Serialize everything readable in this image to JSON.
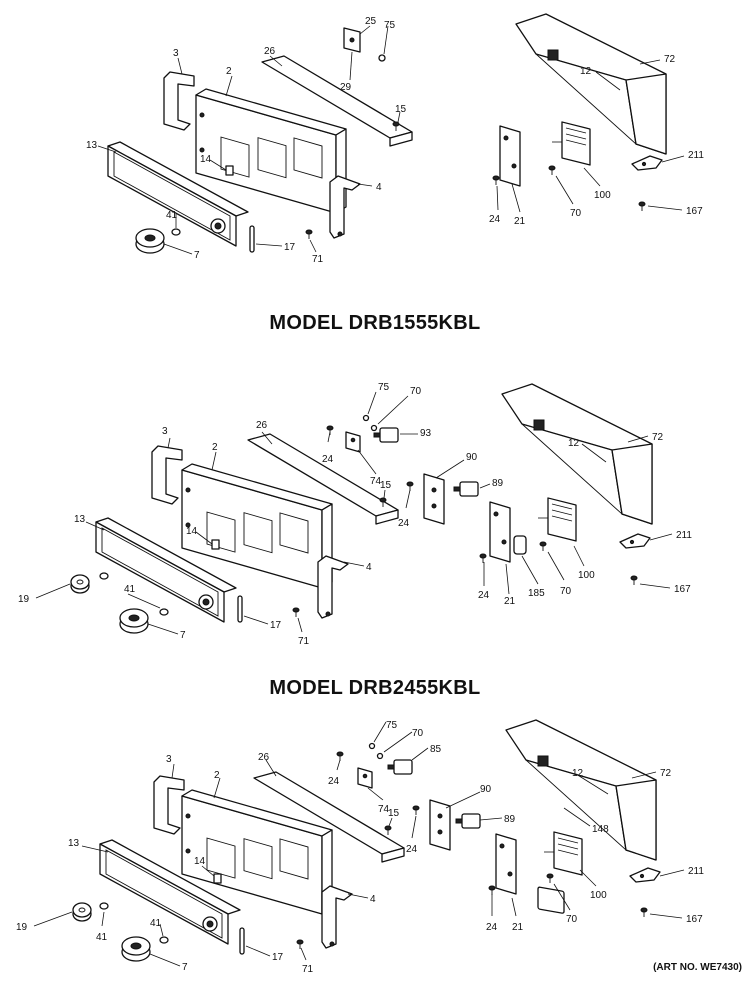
{
  "models": [
    {
      "name": "MODEL DRB1555KBL",
      "labels": [
        "3",
        "2",
        "26",
        "25",
        "75",
        "29",
        "15",
        "13",
        "14",
        "4",
        "41",
        "7",
        "17",
        "71",
        "72",
        "12",
        "21",
        "24",
        "70",
        "100",
        "211",
        "167"
      ]
    },
    {
      "name": "MODEL DRB2455KBL",
      "labels": [
        "75",
        "70",
        "3",
        "2",
        "26",
        "24",
        "93",
        "74",
        "90",
        "15",
        "89",
        "24",
        "72",
        "12",
        "13",
        "14",
        "4",
        "19",
        "41",
        "7",
        "17",
        "71",
        "24",
        "21",
        "185",
        "70",
        "100",
        "211",
        "167"
      ]
    },
    {
      "name": "",
      "labels": [
        "75",
        "70",
        "3",
        "26",
        "2",
        "85",
        "24",
        "74",
        "90",
        "15",
        "89",
        "24",
        "148",
        "72",
        "12",
        "13",
        "14",
        "4",
        "19",
        "41",
        "41",
        "7",
        "17",
        "71",
        "24",
        "21",
        "70",
        "100",
        "211",
        "167"
      ]
    }
  ],
  "art_number": "(ART NO. WE7430)"
}
